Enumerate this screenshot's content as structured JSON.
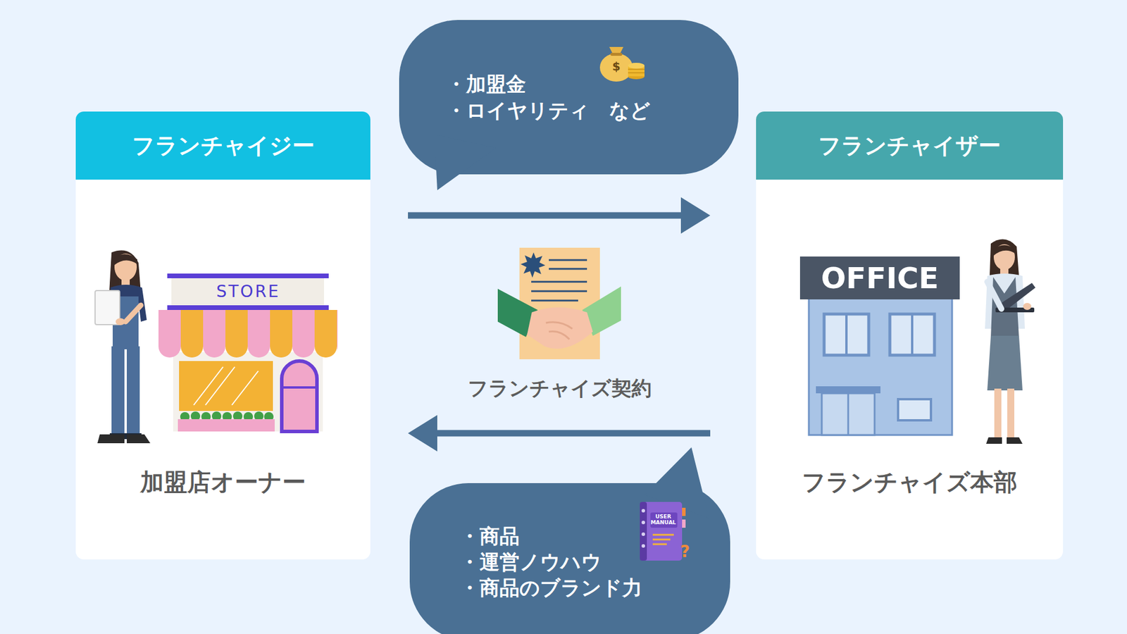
{
  "diagram": {
    "nodes": [
      {
        "text": [
          "フランチャイジー",
          "加盟店オーナー"
        ]
      },
      {
        "text": [
          "フランチャイザー",
          "フランチャイズ本部"
        ]
      },
      {
        "text": [
          "・加盟金",
          "・ロイヤリティ　など"
        ]
      },
      {
        "text": [
          "・商品",
          "・運営ノウハウ",
          "・商品のブランド力"
        ]
      }
    ],
    "edges": [
      {
        "from": 0,
        "to": 1,
        "arrow": "to"
      },
      {
        "from": 1,
        "to": 0,
        "arrow": "to"
      }
    ],
    "labels": [
      "フランチャイズ契約",
      "STORE",
      "OFFICE",
      "$",
      "USER MANUAL",
      "?"
    ]
  }
}
